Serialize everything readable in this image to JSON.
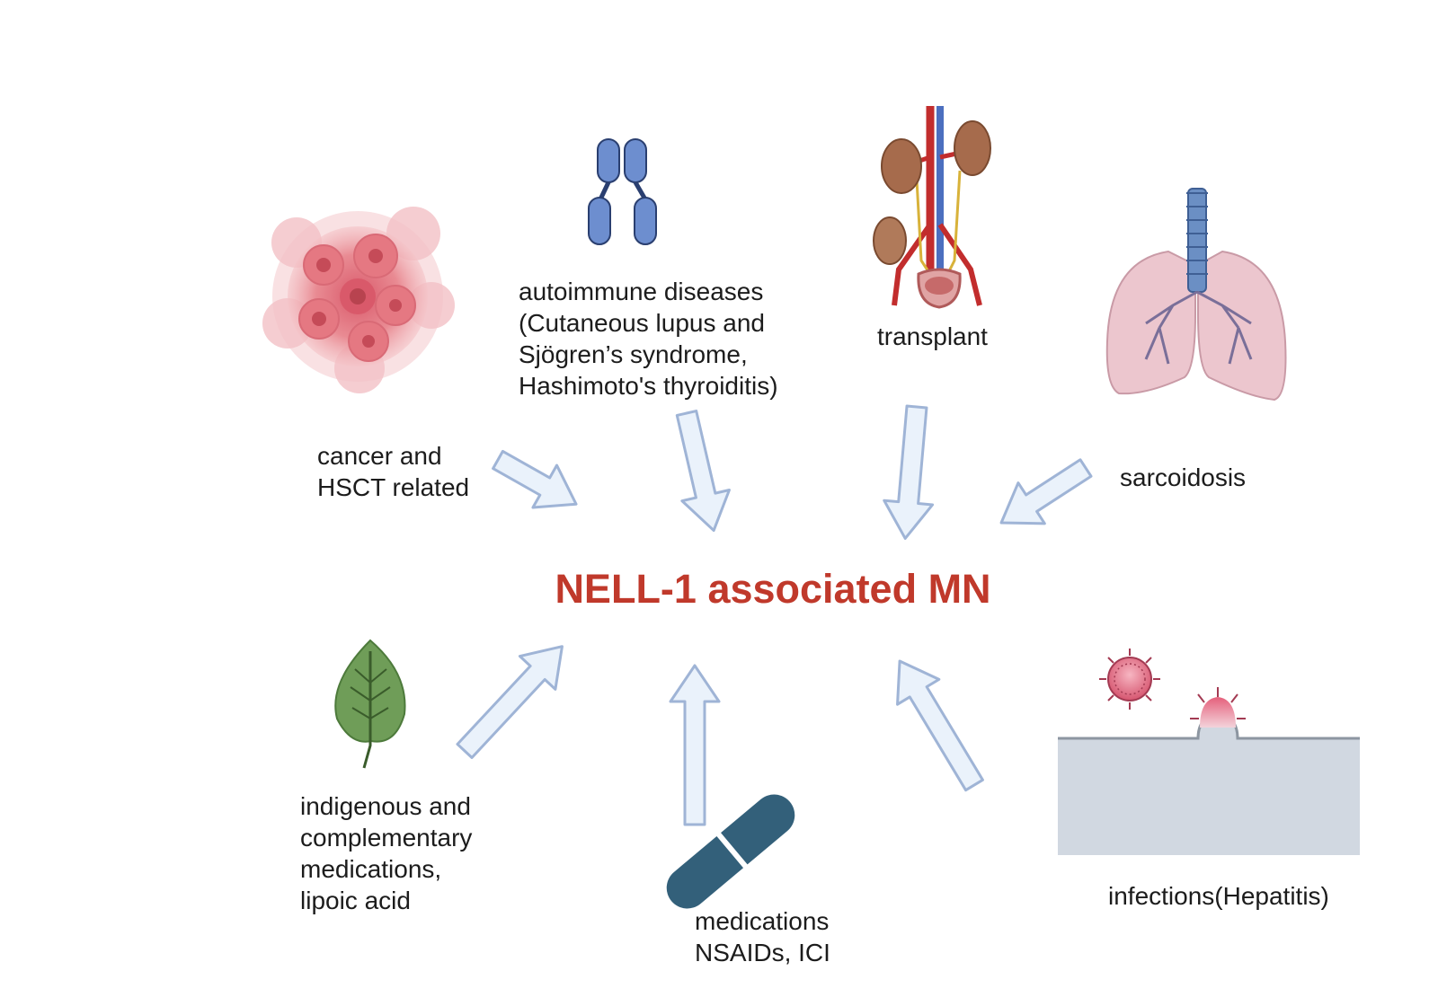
{
  "center": {
    "title": "NELL-1 associated MN",
    "color": "#c0392b"
  },
  "causes": {
    "cancer": {
      "lines": [
        "cancer and",
        "HSCT related"
      ],
      "icon": "tumor-cells-icon"
    },
    "autoimmune": {
      "lines": [
        "autoimmune diseases",
        "(Cutaneous lupus and",
        "Sjögren’s syndrome,",
        "Hashimoto's thyroiditis)"
      ],
      "icon": "chromosome-icon"
    },
    "transplant": {
      "lines": [
        "transplant"
      ],
      "icon": "urinary-system-icon"
    },
    "sarcoidosis": {
      "lines": [
        "sarcoidosis"
      ],
      "icon": "lungs-icon"
    },
    "indigenous": {
      "lines": [
        "indigenous and",
        "complementary",
        "medications,",
        "lipoic acid"
      ],
      "icon": "leaf-icon"
    },
    "medications": {
      "lines": [
        "medications",
        "NSAIDs, ICI"
      ],
      "icon": "pill-capsule-icon"
    },
    "infections": {
      "lines": [
        "infections(Hepatitis)"
      ],
      "icon": "virus-cell-icon"
    }
  },
  "colors": {
    "arrow_fill": "#eaf2fb",
    "arrow_stroke": "#9fb4d6",
    "chromosome": "#6d8ecf",
    "pill": "#33607a",
    "leaf": "#6f9d58",
    "tumor": "#e8848c",
    "lung": "#e9c7cf",
    "trachea": "#6b8fc4",
    "cell_surface": "#d1d8e1",
    "virus": "#d65a75"
  }
}
